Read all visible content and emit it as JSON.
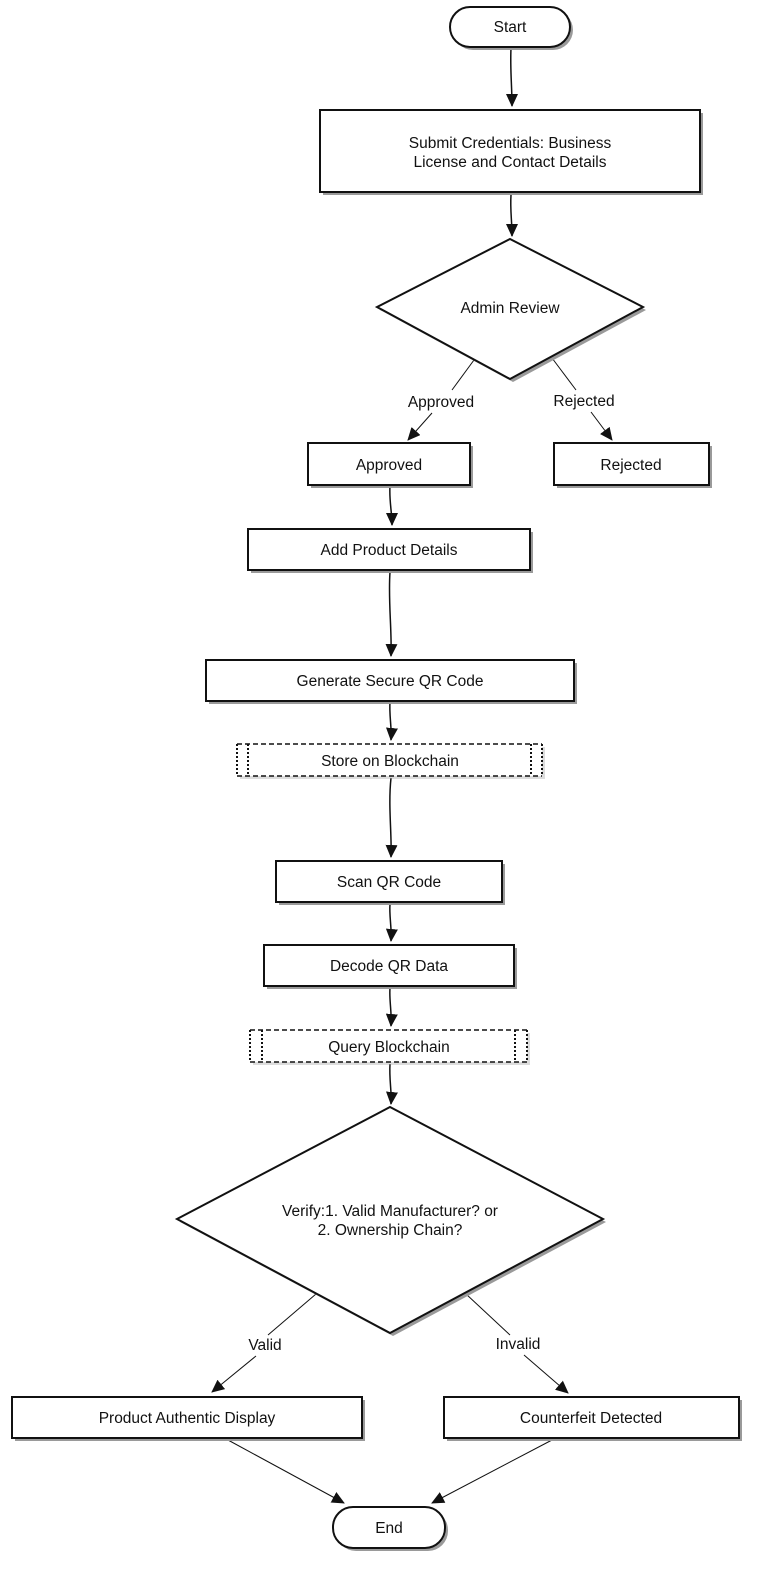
{
  "diagram": {
    "nodes": {
      "start": {
        "label": "Start",
        "shape": "terminal"
      },
      "submit": {
        "line1": "Submit Credentials: Business",
        "line2": "License and Contact Details",
        "shape": "process"
      },
      "admin_review": {
        "label": "Admin Review",
        "shape": "decision"
      },
      "approved": {
        "label": "Approved",
        "shape": "process"
      },
      "rejected": {
        "label": "Rejected",
        "shape": "process"
      },
      "add_product": {
        "label": "Add Product Details",
        "shape": "process"
      },
      "generate_qr": {
        "label": "Generate Secure QR Code",
        "shape": "process"
      },
      "store_blockchain": {
        "label": "Store on Blockchain",
        "shape": "data-store"
      },
      "scan_qr": {
        "label": "Scan QR Code",
        "shape": "process"
      },
      "decode_qr": {
        "label": "Decode QR Data",
        "shape": "process"
      },
      "query_blockchain": {
        "label": "Query Blockchain",
        "shape": "data-store"
      },
      "verify": {
        "line1": "Verify:1. Valid Manufacturer? or",
        "line2": "2. Ownership Chain?",
        "shape": "decision"
      },
      "authentic": {
        "label": "Product Authentic Display",
        "shape": "process"
      },
      "counterfeit": {
        "label": "Counterfeit Detected",
        "shape": "process"
      },
      "end": {
        "label": "End",
        "shape": "terminal"
      }
    },
    "edge_labels": {
      "approved": "Approved",
      "rejected": "Rejected",
      "valid": "Valid",
      "invalid": "Invalid"
    },
    "edges": [
      [
        "start",
        "submit"
      ],
      [
        "submit",
        "admin_review"
      ],
      [
        "admin_review",
        "approved",
        "Approved"
      ],
      [
        "admin_review",
        "rejected",
        "Rejected"
      ],
      [
        "approved",
        "add_product"
      ],
      [
        "add_product",
        "generate_qr"
      ],
      [
        "generate_qr",
        "store_blockchain"
      ],
      [
        "store_blockchain",
        "scan_qr"
      ],
      [
        "scan_qr",
        "decode_qr"
      ],
      [
        "decode_qr",
        "query_blockchain"
      ],
      [
        "query_blockchain",
        "verify"
      ],
      [
        "verify",
        "authentic",
        "Valid"
      ],
      [
        "verify",
        "counterfeit",
        "Invalid"
      ],
      [
        "authentic",
        "end"
      ],
      [
        "counterfeit",
        "end"
      ]
    ]
  }
}
